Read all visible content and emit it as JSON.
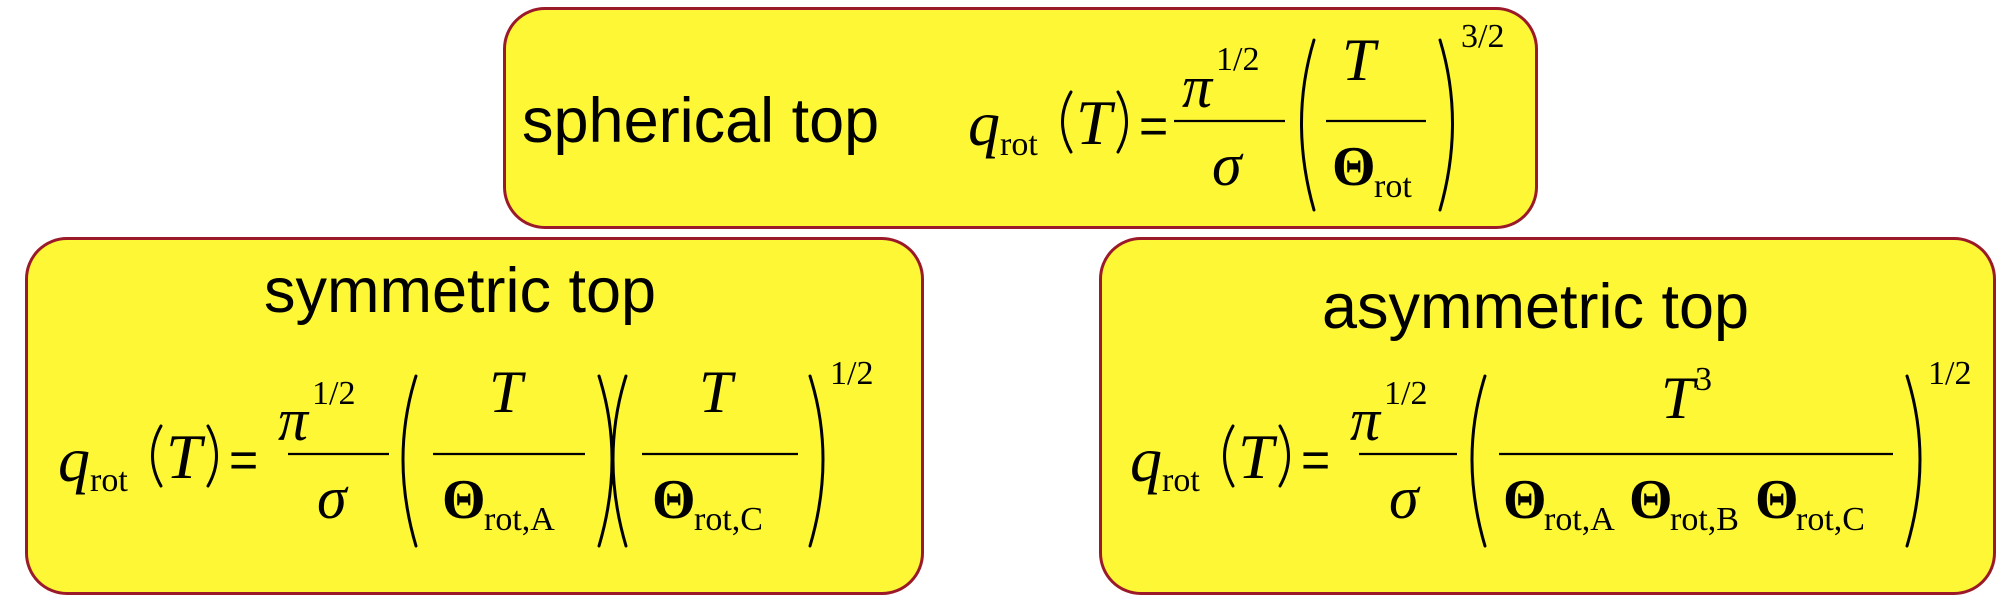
{
  "spherical": {
    "title": "spherical top",
    "q": "q",
    "q_sub": "rot",
    "T": "T",
    "eq": "=",
    "pi": "π",
    "pi_exp": "1/2",
    "sigma": "σ",
    "frac1_num": "T",
    "frac1_den": "Θ",
    "frac1_den_sub": "rot",
    "outer_exp": "3/2"
  },
  "symmetric": {
    "title": "symmetric top",
    "q": "q",
    "q_sub": "rot",
    "T": "T",
    "eq": "=",
    "pi": "π",
    "pi_exp": "1/2",
    "sigma": "σ",
    "frac1_num": "T",
    "frac1_den": "Θ",
    "frac1_den_sub": "rot,A",
    "frac2_num": "T",
    "frac2_den": "Θ",
    "frac2_den_sub": "rot,C",
    "outer_exp": "1/2"
  },
  "asymmetric": {
    "title": "asymmetric top",
    "q": "q",
    "q_sub": "rot",
    "T": "T",
    "eq": "=",
    "pi": "π",
    "pi_exp": "1/2",
    "sigma": "σ",
    "frac1_num": "T",
    "frac1_num_exp": "3",
    "den_theta_1": "Θ",
    "den_sub_1": "rot,A",
    "den_theta_2": "Θ",
    "den_sub_2": "rot,B",
    "den_theta_3": "Θ",
    "den_sub_3": "rot,C",
    "outer_exp": "1/2"
  },
  "colors": {
    "box_fill": "#fdf735",
    "box_border": "#9b1a2a",
    "text": "#000000"
  }
}
